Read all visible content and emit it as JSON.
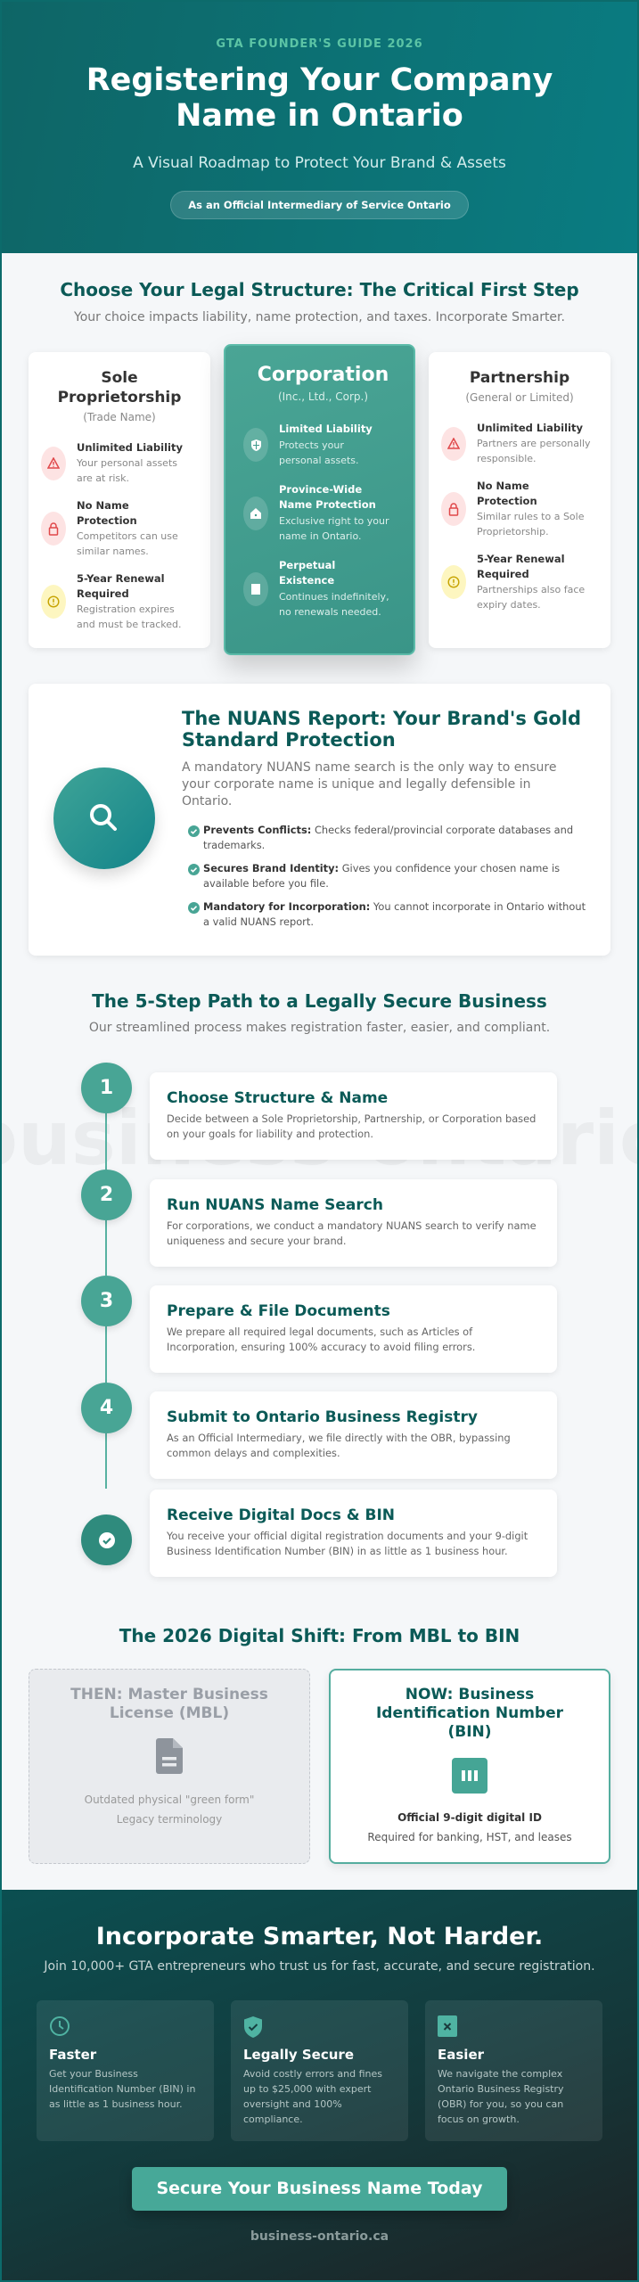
{
  "header": {
    "kicker": "GTA FOUNDER'S GUIDE 2026",
    "title": "Registering Your Company Name in Ontario",
    "subtitle": "A Visual Roadmap to Protect Your Brand & Assets",
    "badge": "As an Official Intermediary of Service Ontario"
  },
  "structure": {
    "title": "Choose Your Legal Structure: The Critical First Step",
    "subtitle": "Your choice impacts liability, name protection, and taxes. Incorporate Smarter.",
    "cards": [
      {
        "name": "Sole\nProprietorship",
        "note": "(Trade Name)",
        "items": [
          {
            "icon": "warning-triangle-icon",
            "tone": "red",
            "title": "Unlimited Liability",
            "desc": "Your personal assets\nare at risk."
          },
          {
            "icon": "unlock-icon",
            "tone": "red",
            "title": "No Name\nProtection",
            "desc": "Competitors can use\nsimilar names."
          },
          {
            "icon": "alert-circle-icon",
            "tone": "yellow",
            "title": "5-Year Renewal\nRequired",
            "desc": "Registration expires\nand must be tracked."
          }
        ]
      },
      {
        "name": "Corporation",
        "note": "(Inc., Ltd., Corp.)",
        "items": [
          {
            "icon": "shield-icon",
            "title": "Limited Liability",
            "desc": "Protects your\npersonal assets."
          },
          {
            "icon": "home-icon",
            "title": "Province-Wide\nName Protection",
            "desc": "Exclusive right to your\nname in Ontario."
          },
          {
            "icon": "document-icon",
            "title": "Perpetual\nExistence",
            "desc": "Continues indefinitely,\nno renewals needed."
          }
        ]
      },
      {
        "name": "Partnership",
        "note": "(General or Limited)",
        "items": [
          {
            "icon": "warning-triangle-icon",
            "tone": "red",
            "title": "Unlimited Liability",
            "desc": "Partners are personally\nresponsible."
          },
          {
            "icon": "unlock-icon",
            "tone": "red",
            "title": "No Name\nProtection",
            "desc": "Similar rules to a Sole\nProprietorship."
          },
          {
            "icon": "alert-circle-icon",
            "tone": "yellow",
            "title": "5-Year Renewal\nRequired",
            "desc": "Partnerships also face\nexpiry dates."
          }
        ]
      }
    ]
  },
  "nuans": {
    "icon": "search-icon",
    "title": "The NUANS Report: Your Brand's Gold Standard Protection",
    "description": "A mandatory NUANS name search is the only way to ensure your corporate name is unique and legally defensible in Ontario.",
    "bullets": [
      {
        "label": "Prevents Conflicts:",
        "text": " Checks federal/provincial corporate databases and trademarks."
      },
      {
        "label": "Secures Brand Identity:",
        "text": " Gives you confidence your chosen name is available before you file."
      },
      {
        "label": "Mandatory for Incorporation:",
        "text": " You cannot incorporate in Ontario without a valid NUANS report."
      }
    ]
  },
  "steps": {
    "title": "The 5-Step Path to a Legally Secure Business",
    "subtitle": "Our streamlined process makes registration faster, easier, and compliant.",
    "watermark": "business-ontario.ca",
    "items": [
      {
        "number": "1",
        "title": "Choose Structure & Name",
        "desc": "Decide between a Sole Proprietorship, Partnership, or Corporation based on your goals for liability and protection."
      },
      {
        "number": "2",
        "title": "Run NUANS Name Search",
        "desc": "For corporations, we conduct a mandatory NUANS search to verify name uniqueness and secure your brand."
      },
      {
        "number": "3",
        "title": "Prepare & File Documents",
        "desc": "We prepare all required legal documents, such as Articles of Incorporation, ensuring 100% accuracy to avoid filing errors."
      },
      {
        "number": "4",
        "title": "Submit to Ontario Business Registry",
        "desc": "As an Official Intermediary, we file directly with the OBR, bypassing common delays and complexities."
      },
      {
        "number": "",
        "icon": "check-circle-icon",
        "title": "Receive Digital Docs & BIN",
        "desc": "You receive your official digital registration documents and your 9-digit Business Identification Number (BIN) in as little as 1 business hour."
      }
    ]
  },
  "shift": {
    "title": "The 2026 Digital Shift: From MBL to BIN",
    "then": {
      "title": "THEN: Master Business\nLicense (MBL)",
      "icon": "file-icon",
      "line1": "Outdated physical \"green form\"",
      "line2": "Legacy terminology"
    },
    "now": {
      "title": "NOW: Business\nIdentification Number\n(BIN)",
      "icon": "id-bars-icon",
      "line1": "Official 9-digit digital ID",
      "line2": "Required for banking, HST, and leases"
    }
  },
  "footer": {
    "title": "Incorporate Smarter, Not Harder.",
    "subtitle": "Join 10,000+ GTA entrepreneurs who trust us for fast, accurate, and secure registration.",
    "features": [
      {
        "icon": "clock-icon",
        "title": "Faster",
        "desc": "Get your Business Identification Number (BIN) in as little as 1 business hour."
      },
      {
        "icon": "shield-check-icon",
        "title": "Legally Secure",
        "desc": "Avoid costly errors and fines up to $25,000 with expert oversight and 100% compliance."
      },
      {
        "icon": "x-square-icon",
        "title": "Easier",
        "desc": "We navigate the complex Ontario Business Registry (OBR) for you, so you can focus on growth."
      }
    ],
    "cta": "Secure Your Business Name Today",
    "url": "business-ontario.ca"
  },
  "colors": {
    "brand_teal": "#48a595",
    "dark_teal": "#0b5a57",
    "header_bg": "#0c7275",
    "danger": "#e0484a",
    "warning": "#c6a300"
  }
}
